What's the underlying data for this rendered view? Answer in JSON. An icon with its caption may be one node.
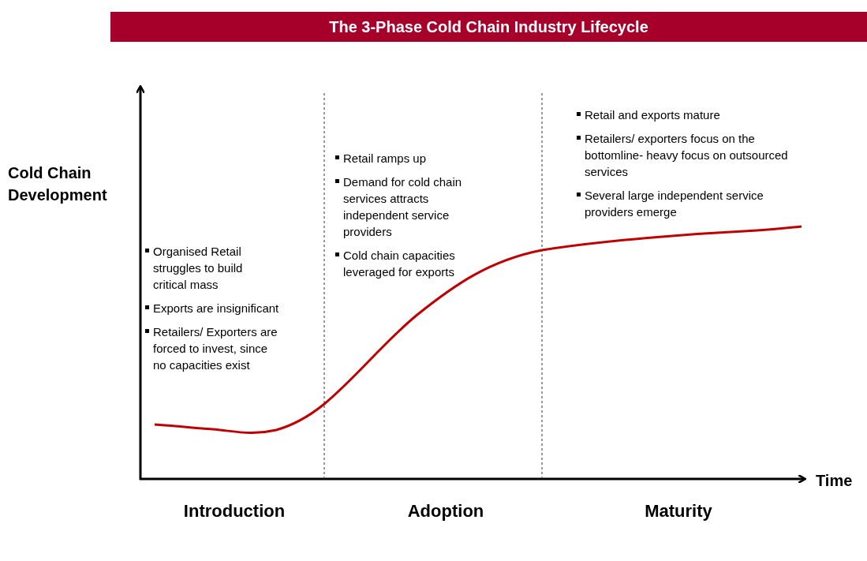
{
  "diagram": {
    "title": "The 3-Phase Cold Chain Industry Lifecycle",
    "labels": [
      "Cold Chain Development",
      "Organised Retail struggles to build critical mass",
      "Exports are insignificant",
      "Retailers/ Exporters are forced to invest, since no capacities exist",
      "Retail ramps up",
      "Demand for cold chain services attracts independent service providers",
      "Cold chain capacities leveraged for exports",
      "Retail  and exports mature",
      "Retailers/ exporters focus on the bottomline- heavy focus on outsourced services",
      "Several large  independent service providers emerge",
      "Time",
      "Introduction",
      "Adoption",
      "Maturity"
    ]
  }
}
